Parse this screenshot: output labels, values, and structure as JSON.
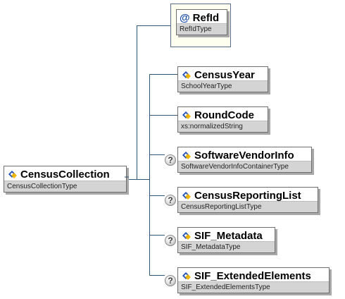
{
  "root": {
    "name": "CensusCollection",
    "type": "CensusCollectionType"
  },
  "attribute": {
    "icon": "at-sign",
    "name": "RefId",
    "type": "RefIdType"
  },
  "children": [
    {
      "name": "CensusYear",
      "type": "SchoolYearType",
      "optional": false
    },
    {
      "name": "RoundCode",
      "type": "xs:normalizedString",
      "optional": false
    },
    {
      "name": "SoftwareVendorInfo",
      "type": "SoftwareVendorInfoContainerType",
      "optional": true
    },
    {
      "name": "CensusReportingList",
      "type": "CensusReportingListType",
      "optional": true
    },
    {
      "name": "SIF_Metadata",
      "type": "SIF_MetadataType",
      "optional": true
    },
    {
      "name": "SIF_ExtendedElements",
      "type": "SIF_ExtendedElementsType",
      "optional": true
    }
  ],
  "icons": {
    "element": "element-diamond-icon",
    "optional": "question-mark-icon"
  },
  "colors": {
    "connector": "#2f5678",
    "type_band": "#d4d4d4",
    "attribute_bg": "#fffff0"
  }
}
